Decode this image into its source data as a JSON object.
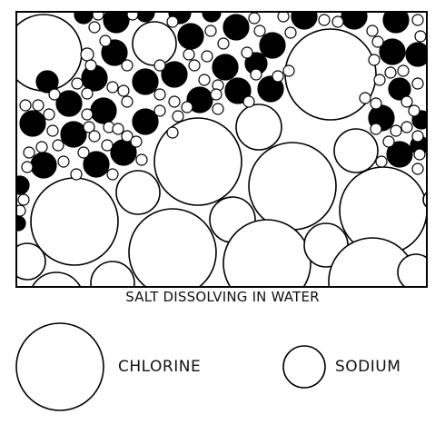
{
  "diagram": {
    "caption": "SALT DISSOLVING IN WATER",
    "legend": [
      {
        "label": "CHLORINE",
        "fill": "#ffffff"
      },
      {
        "label": "SODIUM",
        "fill": "#ffffff"
      }
    ],
    "colors": {
      "stroke": "#000000",
      "ion": "#000000",
      "water": "#ffffff",
      "background": "#ffffff"
    }
  }
}
